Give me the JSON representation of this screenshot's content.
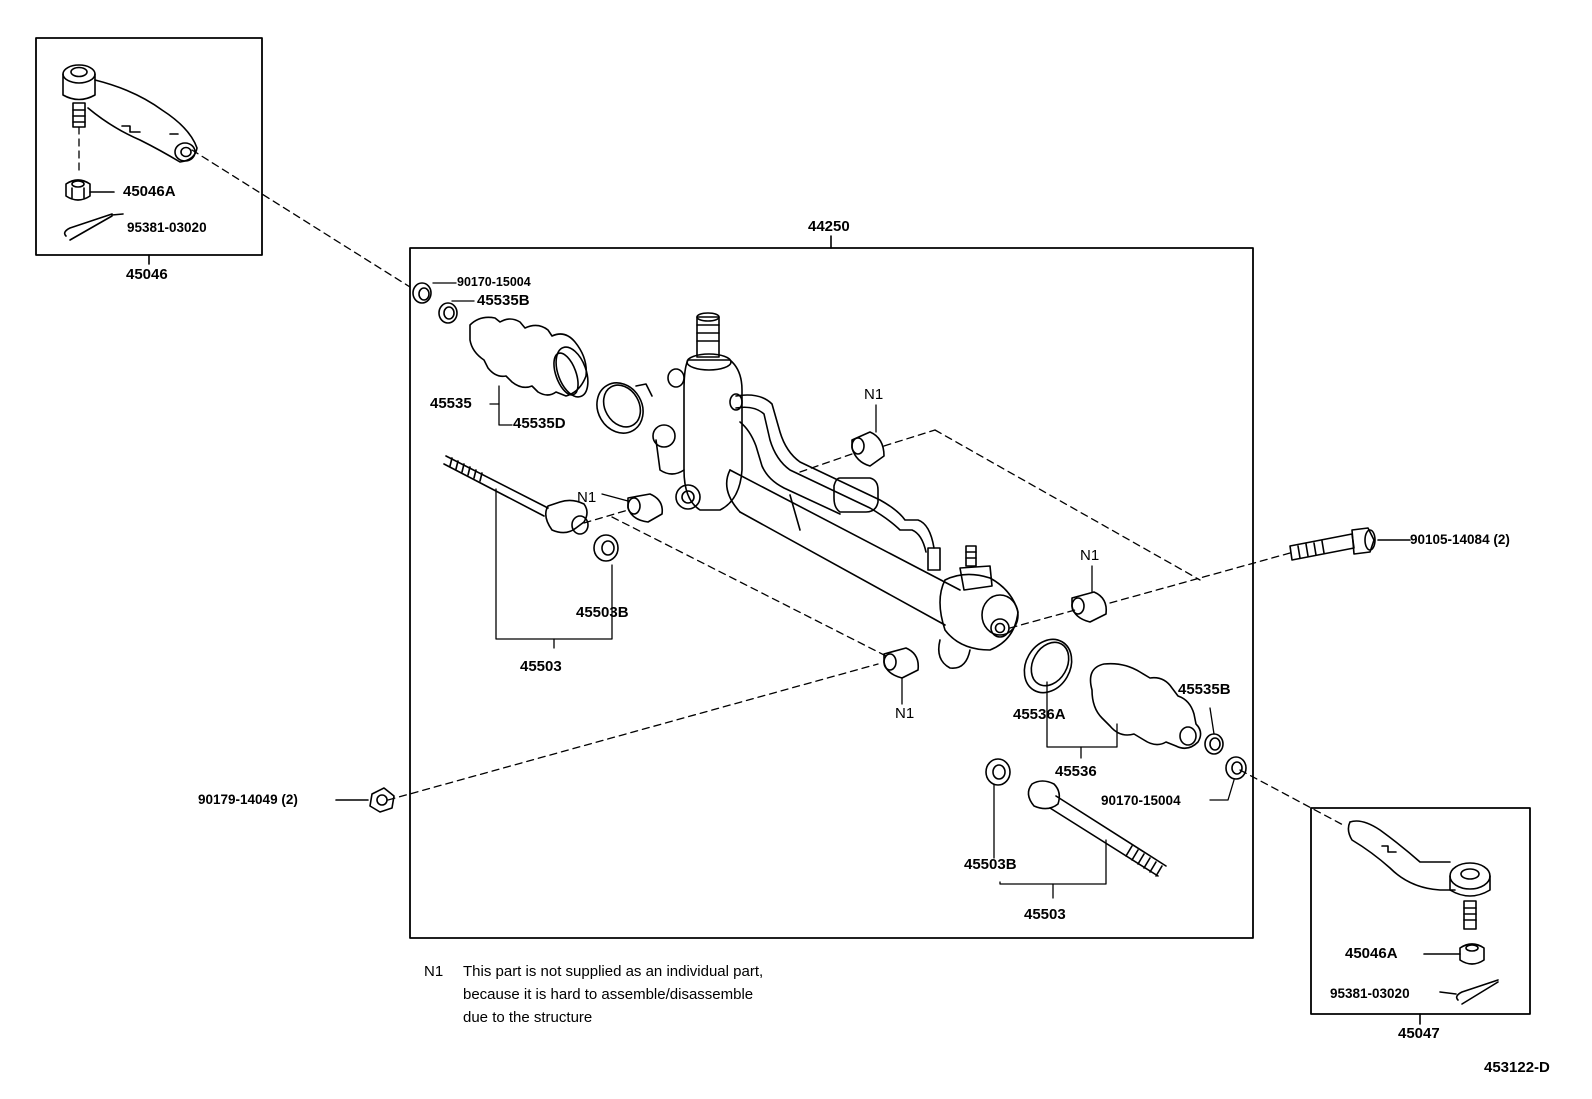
{
  "diagram_code": "453122-D",
  "assembly": {
    "main": "44250",
    "left_tie_rod_end": "45046",
    "right_tie_rod_end": "45047"
  },
  "labels": {
    "nut_left": "45046A",
    "cotter_pin_left": "95381-03020",
    "nut_right": "45046A",
    "cotter_pin_right": "95381-03020",
    "clamp_top_left": "90170-15004",
    "clip_top_left": "45535B",
    "boot_left": "45535",
    "clamp_band_left": "45535D",
    "washer_left": "45503B",
    "rack_end_left": "45503",
    "n1_top": "N1",
    "n1_left": "N1",
    "n1_right": "N1",
    "n1_bottom": "N1",
    "bolt_right": "90105-14084 (2)",
    "nut_bottom_left": "90179-14049 (2)",
    "clip_right": "45535B",
    "clamp_band_right": "45536A",
    "boot_right": "45536",
    "clamp_right": "90170-15004",
    "washer_right": "45503B",
    "rack_end_right": "45503"
  },
  "note": {
    "key": "N1",
    "lines": [
      "This part is not supplied as an individual part,",
      "because it is hard to assemble/disassemble",
      "due to the structure"
    ]
  }
}
